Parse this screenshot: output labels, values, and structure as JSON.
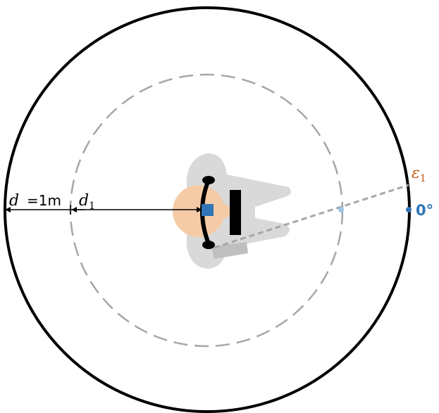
{
  "labels": {
    "d_symbol": "d",
    "d_value": "=1m",
    "d1_symbol": "d",
    "d1_subscript": "1",
    "epsilon_symbol": "ε",
    "epsilon_subscript": "1",
    "zero_degree": "0°"
  },
  "colors": {
    "outer_circle": "#000000",
    "inner_dashed_circle": "#a6a6a6",
    "head_skin": "#f5cba7",
    "shadow_gray": "#d9d9d9",
    "eye_marker_blue": "#2e75b6",
    "epsilon_label": "#c55a11",
    "zero_degree_label": "#2e75b6",
    "sight_line": "#a6a6a6",
    "intersection_dot": "#9dc3e6"
  },
  "icons": {
    "headset": "headset-icon",
    "head_top_view": "person-top-view-icon"
  }
}
